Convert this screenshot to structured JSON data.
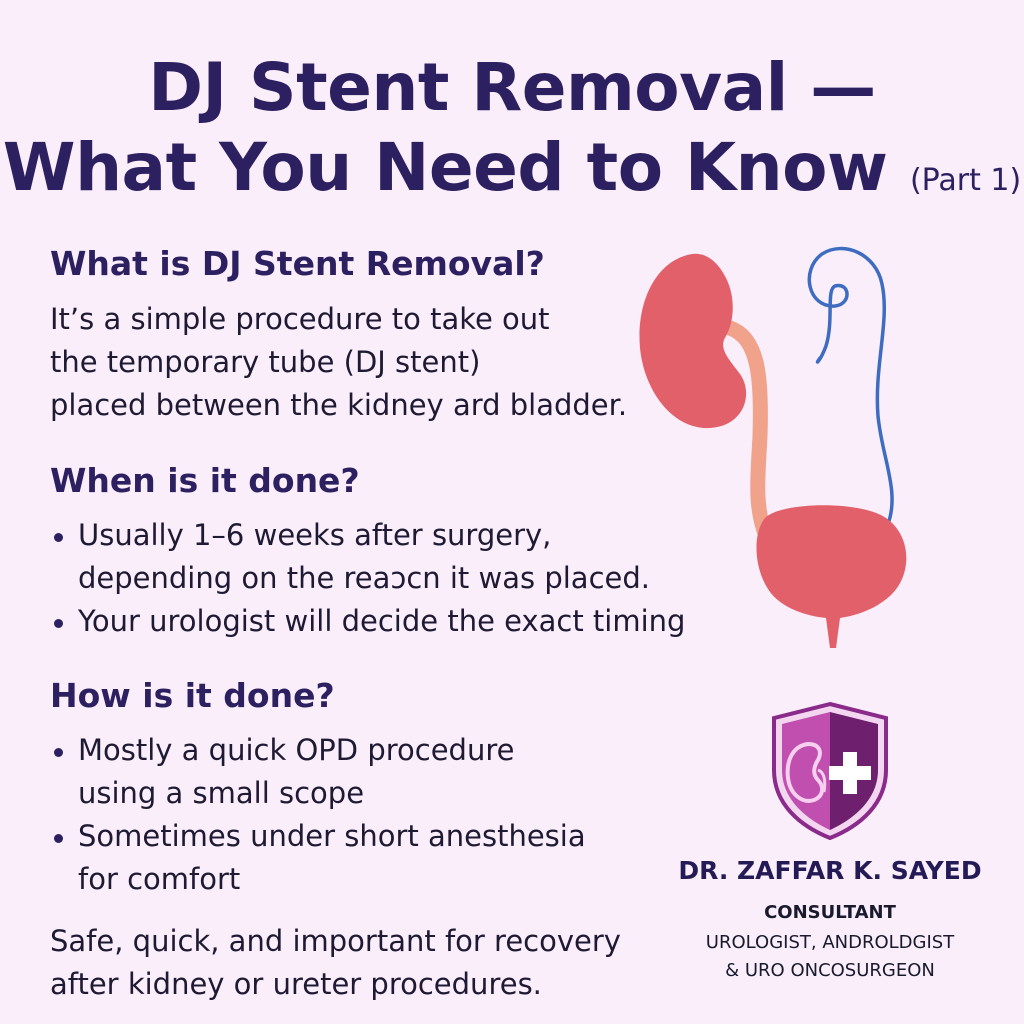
{
  "title": {
    "line1": "DJ Stent Removal —",
    "line2": "What You Need to Know",
    "part": "(Part 1)"
  },
  "section_what": {
    "heading": "What is DJ Stent Removal?",
    "lines": [
      "It’s a simple procedure to take out",
      "the temporary tube (DJ stent)",
      "placed between the kidney ard bladder."
    ]
  },
  "section_when": {
    "heading": "When is it done?",
    "bullets": [
      [
        "Usually 1–6 weeks after surgery,",
        "depending on the reaɔcn it was placed."
      ],
      [
        "Your urologist will decide the exact timing"
      ]
    ]
  },
  "section_how": {
    "heading": "How is it done?",
    "bullets": [
      [
        "Mostly a quick OPD procedure",
        "using a small scope"
      ],
      [
        "Sometimes under short anesthesia",
        "for comfort"
      ]
    ]
  },
  "closing": {
    "line1": "Safe, quick, and important for recovery",
    "line2": "after kidney or ureter procedures."
  },
  "doctor": {
    "name": "DR. ZAFFAR K. SAYED",
    "title1": "CONSULTANT",
    "title2": "UROLOGIST, ANDROLDGIST",
    "title3": "& URO ONCOSURGEON"
  },
  "icons": {
    "illustration": "kidney-ureter-bladder-stent",
    "logo": "shield-kidney-cross"
  },
  "colors": {
    "background": "#f9eefa",
    "heading": "#2d2060",
    "kidney": "#e2606a",
    "stent": "#3e6cc0",
    "shield": "#8a2a8a"
  }
}
